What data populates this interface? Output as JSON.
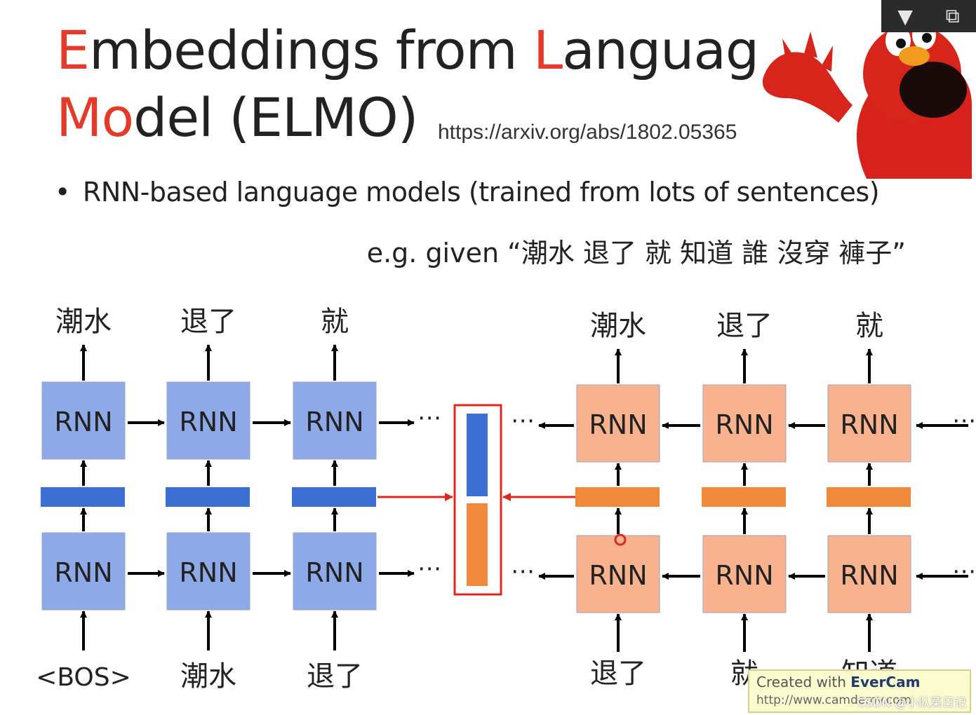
{
  "title": {
    "line1_pre": "E",
    "line1_mid": "mbeddings from ",
    "line1_hl2": "L",
    "line1_post": "anguage",
    "line2_hl": "Mo",
    "line2_post": "del (ELMO)"
  },
  "url": "https://arxiv.org/abs/1802.05365",
  "bullet": "RNN-based language models (trained from lots of sentences)",
  "example": "e.g. given “潮水 退了 就 知道 誰 沒穿 褲子”",
  "window_controls": {
    "dropdown_icon": "triangle-down",
    "restore_icon": "restore"
  },
  "colors": {
    "forward_rnn": "#8ea9e8",
    "forward_embed": "#3b6fd4",
    "backward_rnn": "#f9b28e",
    "backward_embed": "#f08a3a",
    "highlight": "#e0281f",
    "title_accent": "#e53a2a"
  },
  "diagram": {
    "rnn_label": "RNN",
    "dots": "⋯",
    "forward": {
      "outputs": [
        "潮水",
        "退了",
        "就"
      ],
      "inputs": [
        "<BOS>",
        "潮水",
        "退了"
      ]
    },
    "backward": {
      "outputs": [
        "潮水",
        "退了",
        "就"
      ],
      "inputs": [
        "退了",
        "就",
        "知道"
      ]
    }
  },
  "watermark": {
    "line1_pre": "Created with ",
    "line1_brand": "EverCam",
    "line2": "http://www.camdemy.com"
  },
  "csdn": "CSDN @小队菜日记"
}
